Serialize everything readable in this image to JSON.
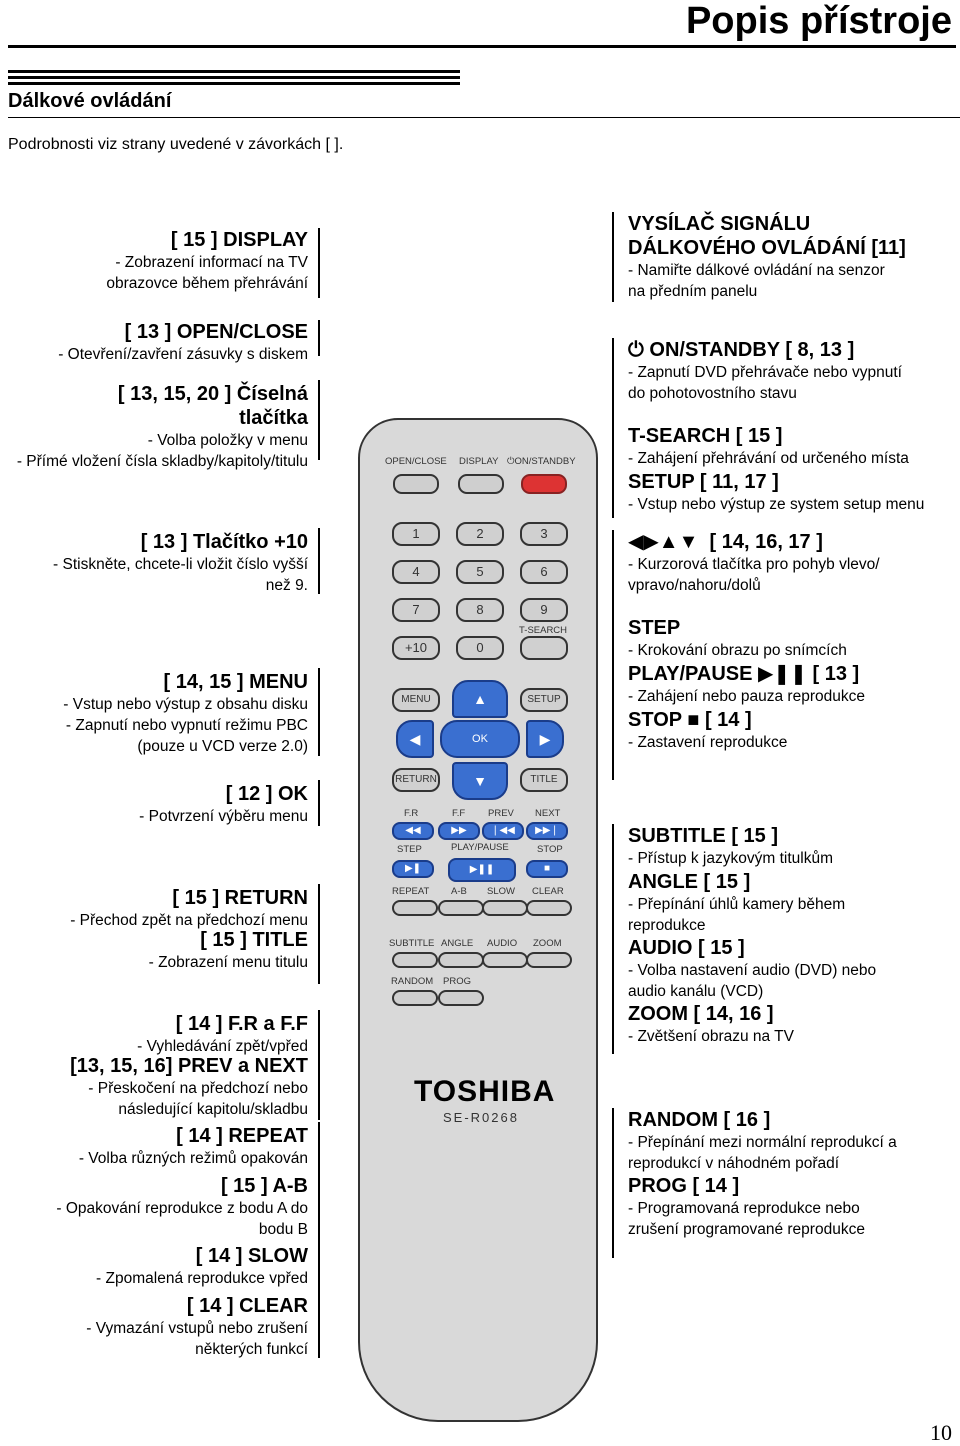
{
  "header": {
    "title": "Popis přístroje"
  },
  "section": {
    "title": "Dálkové ovládání",
    "intro": "Podrobnosti viz strany uvedené v závorkách [ ]."
  },
  "left": [
    {
      "title": [
        "[ 15 ] DISPLAY"
      ],
      "desc": [
        "- Zobrazení informací na TV",
        "obrazovce během přehrávání"
      ]
    },
    {
      "title": [
        "[ 13 ] OPEN/CLOSE"
      ],
      "desc": [
        "- Otevření/zavření zásuvky s diskem"
      ]
    },
    {
      "title": [
        "[ 13, 15, 20 ] Číselná",
        "tlačítka"
      ],
      "desc": [
        "- Volba položky v menu",
        "- Přímé vložení čísla skladby/kapitoly/titulu"
      ]
    },
    {
      "title": [
        "[ 13 ] Tlačítko +10"
      ],
      "desc": [
        "- Stiskněte, chcete-li vložit číslo vyšší",
        "než 9."
      ]
    },
    {
      "title": [
        "[ 14, 15 ] MENU"
      ],
      "desc": [
        "- Vstup nebo výstup z obsahu disku",
        "- Zapnutí nebo vypnutí režimu PBC",
        "(pouze u VCD verze 2.0)"
      ]
    },
    {
      "title": [
        "[ 12 ] OK"
      ],
      "desc": [
        "- Potvrzení výběru menu"
      ]
    },
    {
      "title": [
        "[ 15 ] RETURN"
      ],
      "desc": [
        "- Přechod zpět na předchozí menu"
      ]
    },
    {
      "title": [
        "[ 15 ] TITLE"
      ],
      "desc": [
        "- Zobrazení menu titulu"
      ]
    },
    {
      "title": [
        "[ 14 ] F.R a F.F"
      ],
      "desc": [
        "- Vyhledávání zpět/vpřed"
      ]
    },
    {
      "title": [
        "[13, 15, 16] PREV a NEXT"
      ],
      "desc": [
        "- Přeskočení na předchozí nebo",
        "následující kapitolu/skladbu"
      ]
    },
    {
      "title": [
        "[ 14 ] REPEAT"
      ],
      "desc": [
        "- Volba různých režimů opakován"
      ]
    },
    {
      "title": [
        "[ 15 ] A-B"
      ],
      "desc": [
        "- Opakování reprodukce z bodu A do",
        "bodu B"
      ]
    },
    {
      "title": [
        "[ 14 ] SLOW"
      ],
      "desc": [
        "- Zpomalená reprodukce vpřed"
      ]
    },
    {
      "title": [
        "[ 14 ] CLEAR"
      ],
      "desc": [
        "- Vymazání vstupů nebo zrušení",
        "některých funkcí"
      ]
    }
  ],
  "right": [
    {
      "title": [
        "VYSÍLAČ SIGNÁLU",
        "DÁLKOVÉHO OVLÁDÁNÍ [11]"
      ],
      "desc": [
        "- Namiřte dálkové ovládání na senzor",
        "na předním panelu"
      ]
    },
    {
      "title": [
        "ON/STANDBY [ 8, 13 ]"
      ],
      "desc": [
        "- Zapnutí DVD přehrávače nebo vypnutí",
        "do pohotovostního stavu"
      ]
    },
    {
      "title": [
        "T-SEARCH [ 15 ]"
      ],
      "desc": [
        "- Zahájení přehrávání od určeného místa"
      ]
    },
    {
      "title": [
        "SETUP [ 11, 17 ]"
      ],
      "desc": [
        "- Vstup nebo výstup ze system setup menu"
      ]
    },
    {
      "title": [
        "[ 14, 16, 17 ]"
      ],
      "desc": [
        "- Kurzorová tlačítka pro pohyb vlevo/",
        "vpravo/nahoru/dolů"
      ]
    },
    {
      "title": [
        "STEP"
      ],
      "desc": [
        "- Krokování obrazu po snímcích"
      ]
    },
    {
      "title": [
        "PLAY/PAUSE",
        "[ 13 ]"
      ],
      "desc": [
        "- Zahájení nebo pauza reprodukce"
      ]
    },
    {
      "title": [
        "STOP",
        "[ 14 ]"
      ],
      "desc": [
        "- Zastavení reprodukce"
      ]
    },
    {
      "title": [
        "SUBTITLE [ 15 ]"
      ],
      "desc": [
        "- Přístup k jazykovým titulkům"
      ]
    },
    {
      "title": [
        "ANGLE [ 15 ]"
      ],
      "desc": [
        "- Přepínání úhlů kamery během",
        "reprodukce"
      ]
    },
    {
      "title": [
        "AUDIO [ 15 ]"
      ],
      "desc": [
        "- Volba nastavení audio (DVD) nebo",
        "audio kanálu (VCD)"
      ]
    },
    {
      "title": [
        "ZOOM [ 14, 16 ]"
      ],
      "desc": [
        "- Zvětšení obrazu na TV"
      ]
    },
    {
      "title": [
        "RANDOM [ 16 ]"
      ],
      "desc": [
        "- Přepínání mezi normální reprodukcí a",
        "reprodukcí v náhodném pořadí"
      ]
    },
    {
      "title": [
        "PROG [ 14 ]"
      ],
      "desc": [
        "- Programovaná reprodukce nebo",
        "zrušení programované reprodukce"
      ]
    }
  ],
  "remote": {
    "top_labels": [
      "OPEN/CLOSE",
      "DISPLAY",
      "ON/STANDBY"
    ],
    "numbers": [
      "1",
      "2",
      "3",
      "4",
      "5",
      "6",
      "7",
      "8",
      "9",
      "+10",
      "0"
    ],
    "tsearch": "T-SEARCH",
    "menu": "MENU",
    "setup": "SETUP",
    "ok": "OK",
    "return": "RETURN",
    "title": "TITLE",
    "row1": [
      "F.R",
      "F.F",
      "PREV",
      "NEXT"
    ],
    "step": "STEP",
    "playpause": "PLAY/PAUSE",
    "stop": "STOP",
    "row3": [
      "REPEAT",
      "A-B",
      "SLOW",
      "CLEAR"
    ],
    "row4": [
      "SUBTITLE",
      "ANGLE",
      "AUDIO",
      "ZOOM"
    ],
    "row5": [
      "RANDOM",
      "PROG"
    ],
    "brand": "TOSHIBA",
    "model": "SE-R0268"
  },
  "page_number": "10",
  "icons": [
    "power-icon",
    "left-arrow-icon",
    "right-arrow-icon",
    "up-arrow-icon",
    "down-arrow-icon",
    "play-pause-icon",
    "stop-icon"
  ]
}
